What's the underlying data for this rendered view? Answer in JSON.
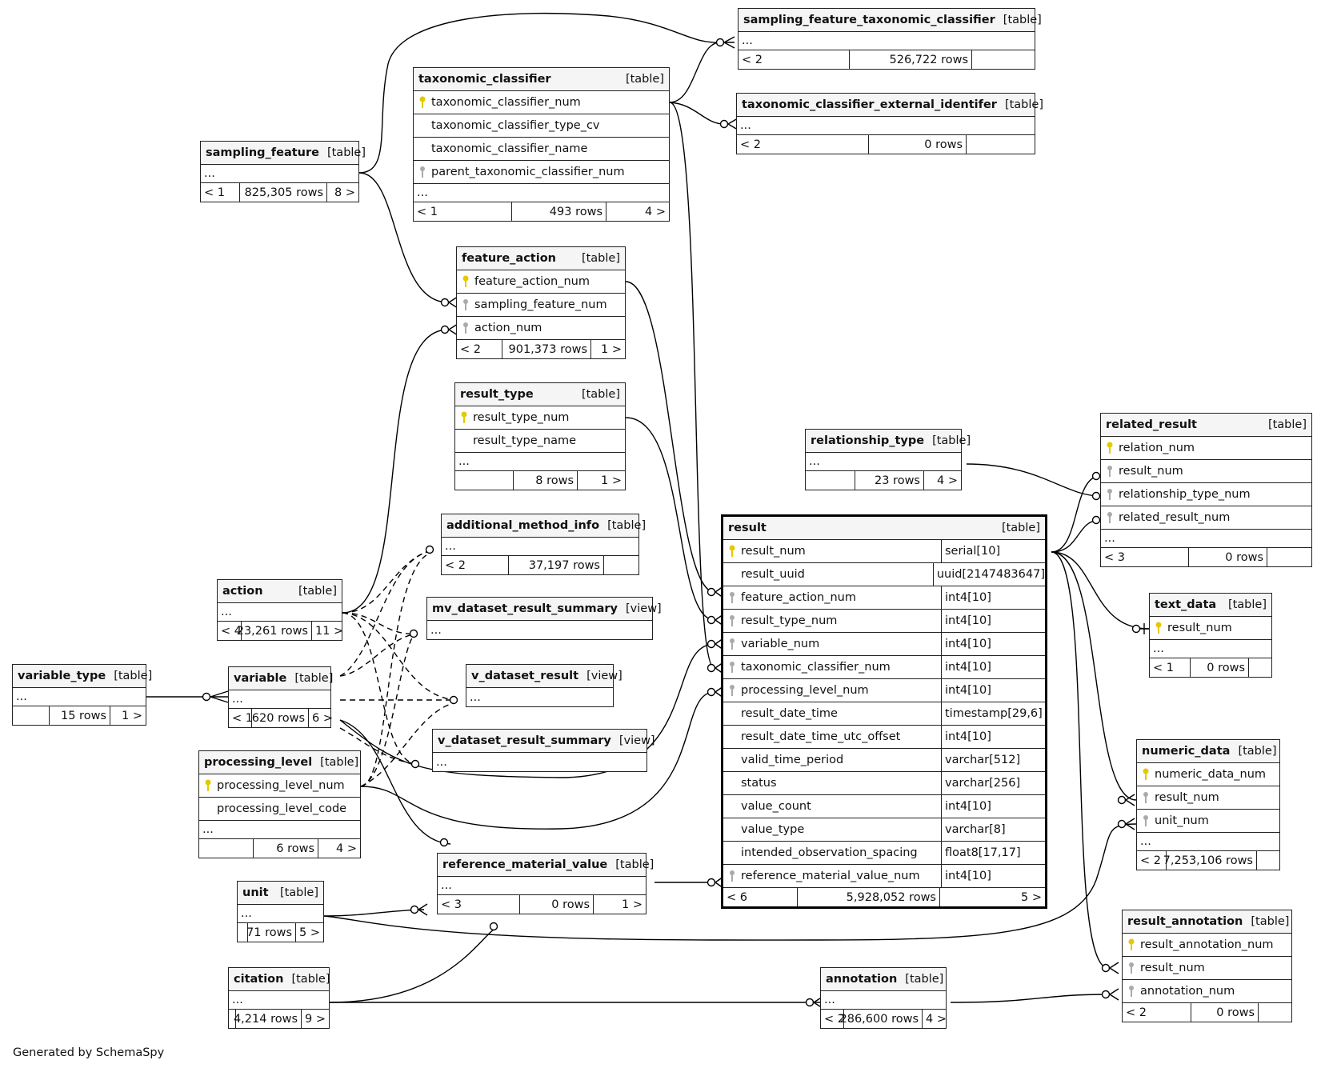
{
  "credit": "Generated by SchemaSpy",
  "colors": {
    "pk_key": "#e6c800",
    "fk_key": "#aaaaaa",
    "line": "#000000",
    "header_bg": "#f5f5f5"
  },
  "tables": {
    "sampling_feature_taxonomic_classifier": {
      "name": "sampling_feature_taxonomic_classifier",
      "kind": "[table]",
      "more": "...",
      "parents": "< 2",
      "rows": "526,722 rows",
      "children": ""
    },
    "taxonomic_classifier": {
      "name": "taxonomic_classifier",
      "kind": "[table]",
      "columns": [
        {
          "name": "taxonomic_classifier_num",
          "key": "pk"
        },
        {
          "name": "taxonomic_classifier_type_cv",
          "key": ""
        },
        {
          "name": "taxonomic_classifier_name",
          "key": ""
        },
        {
          "name": "parent_taxonomic_classifier_num",
          "key": "fk"
        }
      ],
      "more": "...",
      "parents": "< 1",
      "rows": "493 rows",
      "children": "4 >"
    },
    "taxonomic_classifier_external_identifer": {
      "name": "taxonomic_classifier_external_identifer",
      "kind": "[table]",
      "more": "...",
      "parents": "< 2",
      "rows": "0 rows",
      "children": ""
    },
    "sampling_feature": {
      "name": "sampling_feature",
      "kind": "[table]",
      "more": "...",
      "parents": "< 1",
      "rows": "825,305 rows",
      "children": "8 >"
    },
    "feature_action": {
      "name": "feature_action",
      "kind": "[table]",
      "columns": [
        {
          "name": "feature_action_num",
          "key": "pk"
        },
        {
          "name": "sampling_feature_num",
          "key": "fk"
        },
        {
          "name": "action_num",
          "key": "fk"
        }
      ],
      "parents": "< 2",
      "rows": "901,373 rows",
      "children": "1 >"
    },
    "result_type": {
      "name": "result_type",
      "kind": "[table]",
      "columns": [
        {
          "name": "result_type_num",
          "key": "pk"
        },
        {
          "name": "result_type_name",
          "key": ""
        }
      ],
      "more": "...",
      "parents": "",
      "rows": "8 rows",
      "children": "1 >"
    },
    "additional_method_info": {
      "name": "additional_method_info",
      "kind": "[table]",
      "more": "...",
      "parents": "< 2",
      "rows": "37,197 rows",
      "children": ""
    },
    "mv_dataset_result_summary": {
      "name": "mv_dataset_result_summary",
      "kind": "[view]",
      "more": "..."
    },
    "v_dataset_result": {
      "name": "v_dataset_result",
      "kind": "[view]",
      "more": "..."
    },
    "v_dataset_result_summary": {
      "name": "v_dataset_result_summary",
      "kind": "[view]",
      "more": "..."
    },
    "action": {
      "name": "action",
      "kind": "[table]",
      "more": "...",
      "parents": "< 4",
      "rows": "23,261 rows",
      "children": "11 >"
    },
    "variable_type": {
      "name": "variable_type",
      "kind": "[table]",
      "more": "...",
      "parents": "",
      "rows": "15 rows",
      "children": "1 >"
    },
    "variable": {
      "name": "variable",
      "kind": "[table]",
      "more": "...",
      "parents": "< 1",
      "rows": "620 rows",
      "children": "6 >"
    },
    "processing_level": {
      "name": "processing_level",
      "kind": "[table]",
      "columns": [
        {
          "name": "processing_level_num",
          "key": "pk"
        },
        {
          "name": "processing_level_code",
          "key": ""
        }
      ],
      "more": "...",
      "parents": "",
      "rows": "6 rows",
      "children": "4 >"
    },
    "reference_material_value": {
      "name": "reference_material_value",
      "kind": "[table]",
      "more": "...",
      "parents": "< 3",
      "rows": "0 rows",
      "children": "1 >"
    },
    "unit": {
      "name": "unit",
      "kind": "[table]",
      "more": "...",
      "parents": "",
      "rows": "71 rows",
      "children": "5 >"
    },
    "citation": {
      "name": "citation",
      "kind": "[table]",
      "more": "...",
      "parents": "",
      "rows": "4,214 rows",
      "children": "9 >"
    },
    "relationship_type": {
      "name": "relationship_type",
      "kind": "[table]",
      "more": "...",
      "parents": "",
      "rows": "23 rows",
      "children": "4 >"
    },
    "related_result": {
      "name": "related_result",
      "kind": "[table]",
      "columns": [
        {
          "name": "relation_num",
          "key": "pk"
        },
        {
          "name": "result_num",
          "key": "fk"
        },
        {
          "name": "relationship_type_num",
          "key": "fk"
        },
        {
          "name": "related_result_num",
          "key": "fk"
        }
      ],
      "more": "...",
      "parents": "< 3",
      "rows": "0 rows",
      "children": ""
    },
    "text_data": {
      "name": "text_data",
      "kind": "[table]",
      "columns": [
        {
          "name": "result_num",
          "key": "pk"
        }
      ],
      "more": "...",
      "parents": "< 1",
      "rows": "0 rows",
      "children": ""
    },
    "numeric_data": {
      "name": "numeric_data",
      "kind": "[table]",
      "columns": [
        {
          "name": "numeric_data_num",
          "key": "pk"
        },
        {
          "name": "result_num",
          "key": "fk"
        },
        {
          "name": "unit_num",
          "key": "fk"
        }
      ],
      "more": "...",
      "parents": "< 2",
      "rows": "7,253,106 rows",
      "children": ""
    },
    "result_annotation": {
      "name": "result_annotation",
      "kind": "[table]",
      "columns": [
        {
          "name": "result_annotation_num",
          "key": "pk"
        },
        {
          "name": "result_num",
          "key": "fk"
        },
        {
          "name": "annotation_num",
          "key": "fk"
        }
      ],
      "parents": "< 2",
      "rows": "0 rows",
      "children": ""
    },
    "annotation": {
      "name": "annotation",
      "kind": "[table]",
      "more": "...",
      "parents": "< 2",
      "rows": "286,600 rows",
      "children": "4 >"
    },
    "result": {
      "name": "result",
      "kind": "[table]",
      "columns": [
        {
          "name": "result_num",
          "type": "serial[10]",
          "key": "pk"
        },
        {
          "name": "result_uuid",
          "type": "uuid[2147483647]",
          "key": ""
        },
        {
          "name": "feature_action_num",
          "type": "int4[10]",
          "key": "fk"
        },
        {
          "name": "result_type_num",
          "type": "int4[10]",
          "key": "fk"
        },
        {
          "name": "variable_num",
          "type": "int4[10]",
          "key": "fk"
        },
        {
          "name": "taxonomic_classifier_num",
          "type": "int4[10]",
          "key": "fk"
        },
        {
          "name": "processing_level_num",
          "type": "int4[10]",
          "key": "fk"
        },
        {
          "name": "result_date_time",
          "type": "timestamp[29,6]",
          "key": ""
        },
        {
          "name": "result_date_time_utc_offset",
          "type": "int4[10]",
          "key": ""
        },
        {
          "name": "valid_time_period",
          "type": "varchar[512]",
          "key": ""
        },
        {
          "name": "status",
          "type": "varchar[256]",
          "key": ""
        },
        {
          "name": "value_count",
          "type": "int4[10]",
          "key": ""
        },
        {
          "name": "value_type",
          "type": "varchar[8]",
          "key": ""
        },
        {
          "name": "intended_observation_spacing",
          "type": "float8[17,17]",
          "key": ""
        },
        {
          "name": "reference_material_value_num",
          "type": "int4[10]",
          "key": "fk"
        }
      ],
      "parents": "< 6",
      "rows": "5,928,052 rows",
      "children": "5 >"
    }
  }
}
